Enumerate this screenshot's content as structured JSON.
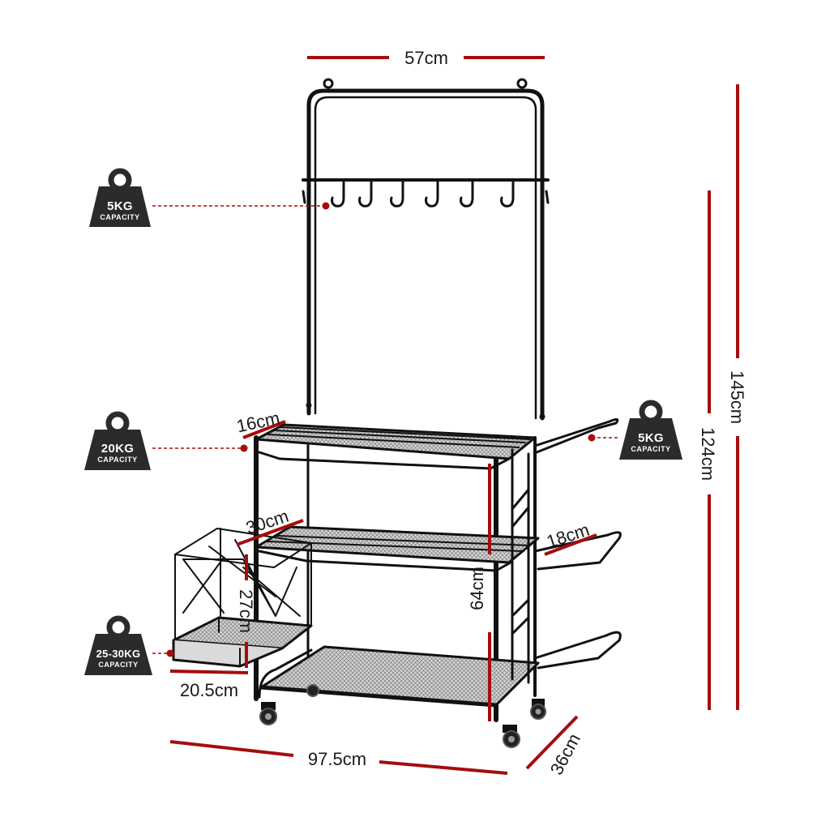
{
  "colors": {
    "dimension_line": "#a50d0d",
    "frame": "#111111",
    "mesh": "#8a8a8a",
    "weight_badge": "#2b2b2b"
  },
  "dimensions": {
    "width_top": "57cm",
    "height_total": "145cm",
    "height_shelving": "124cm",
    "shelf_top_depth": "16cm",
    "shelf_mid_depth": "30cm",
    "basket_height": "27cm",
    "basket_depth": "20.5cm",
    "shelf_spacing": "64cm",
    "side_rack": "18cm",
    "base_width": "97.5cm",
    "base_depth": "36cm"
  },
  "capacity_badges": [
    {
      "weight": "5KG",
      "label": "CAPACITY",
      "target": "hooks"
    },
    {
      "weight": "20KG",
      "label": "CAPACITY",
      "target": "top-shelf"
    },
    {
      "weight": "5KG",
      "label": "CAPACITY",
      "target": "side-rack"
    },
    {
      "weight": "25-30KG",
      "label": "CAPACITY",
      "target": "basket"
    }
  ],
  "icons": [
    "weight-icon",
    "hook-icon",
    "caster-wheel-icon"
  ]
}
